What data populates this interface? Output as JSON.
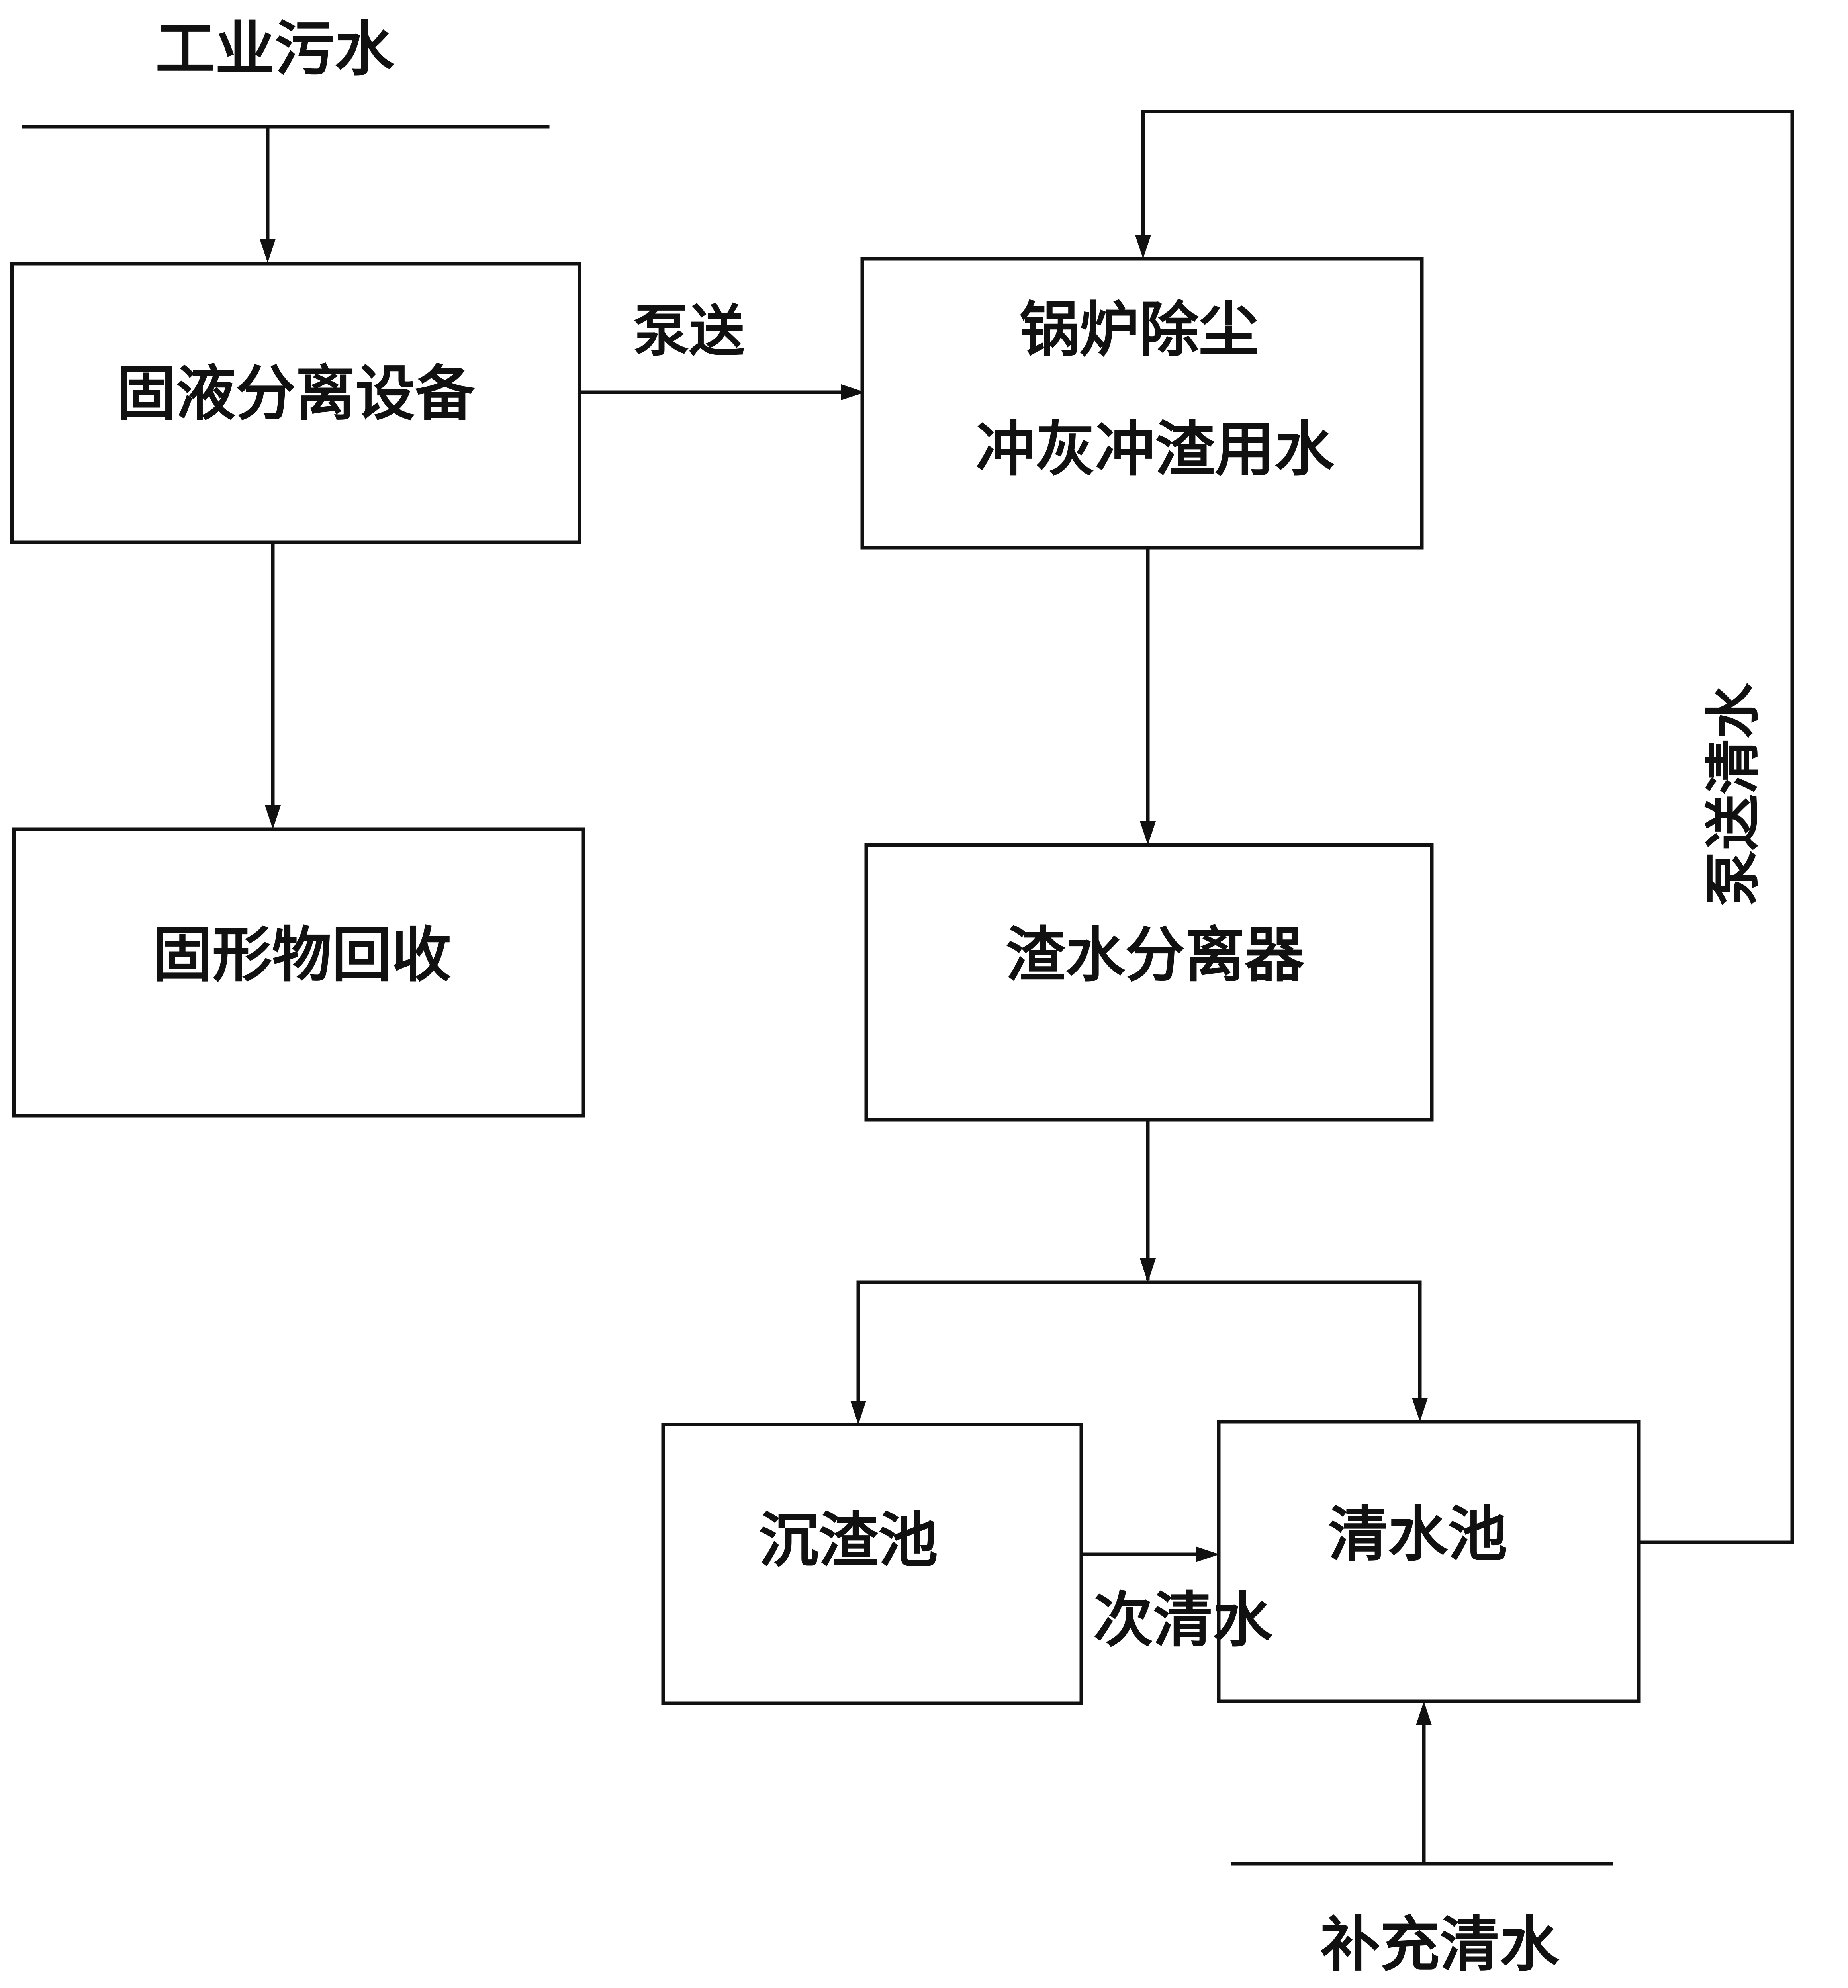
{
  "diagram": {
    "nodes": {
      "input_label": "工业污水",
      "solid_liquid_separator": "固液分离设备",
      "solids_recovery": "固形物回收",
      "boiler_line1": "锅炉除尘",
      "boiler_line2": "冲灰冲渣用水",
      "slag_water_separator": "渣水分离器",
      "settling_pond": "沉渣池",
      "clear_water_pond": "清水池",
      "makeup_water": "补充清水"
    },
    "edges": {
      "pump": "泵送",
      "pump_clear_water": "泵送清水",
      "secondary_clear_water": "次清水"
    }
  }
}
